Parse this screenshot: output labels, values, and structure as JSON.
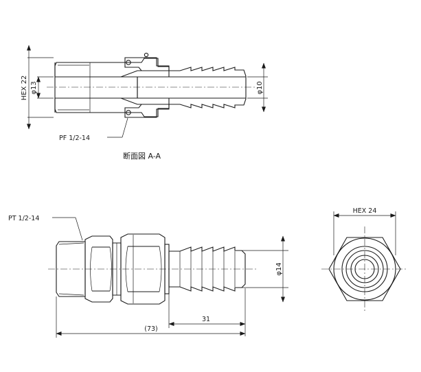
{
  "section_view": {
    "caption": "断面図 A-A",
    "dims": {
      "hex": "HEX 22",
      "bore": "φ13",
      "barb": "φ10",
      "thread": "PF 1/2-14"
    }
  },
  "side_view": {
    "dims": {
      "thread": "PT 1/2-14",
      "barb": "φ14",
      "barb_length": "31",
      "total_length": "(73)"
    }
  },
  "end_view": {
    "dims": {
      "hex": "HEX 24"
    }
  }
}
